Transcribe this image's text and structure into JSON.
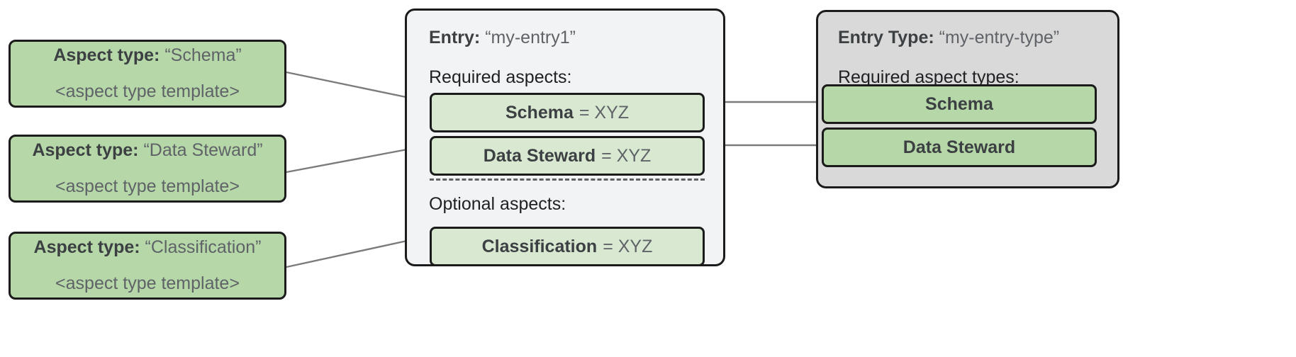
{
  "diagram": {
    "colors": {
      "aspect_type_green": "#b6d7a8",
      "aspect_chip_green": "#d9e9d1",
      "entry_panel_gray": "#f1f3f4",
      "entry_type_panel_gray": "#d9d9d9",
      "border_black": "#1b1b1b",
      "connector_gray": "#7b7b7b",
      "text_dark": "#3c4043",
      "text_muted": "#5f6368"
    },
    "aspect_types": [
      {
        "label": "Aspect type:",
        "name": "“Schema”",
        "template": "<aspect type template>"
      },
      {
        "label": "Aspect type:",
        "name": "“Data Steward”",
        "template": "<aspect type template>"
      },
      {
        "label": "Aspect type:",
        "name": "“Classification”",
        "template": "<aspect type template>"
      }
    ],
    "entry": {
      "title_label": "Entry:",
      "title_name": "“my-entry1”",
      "required_label": "Required aspects:",
      "required_aspects": [
        {
          "name": "Schema",
          "value": "= XYZ"
        },
        {
          "name": "Data Steward",
          "value": "= XYZ"
        }
      ],
      "optional_label": "Optional aspects:",
      "optional_aspects": [
        {
          "name": "Classification",
          "value": "= XYZ"
        }
      ]
    },
    "entry_type": {
      "title_label": "Entry Type:",
      "title_name": "“my-entry-type”",
      "required_label": "Required aspect types:",
      "required_aspect_types": [
        {
          "name": "Schema"
        },
        {
          "name": "Data Steward"
        }
      ]
    }
  }
}
